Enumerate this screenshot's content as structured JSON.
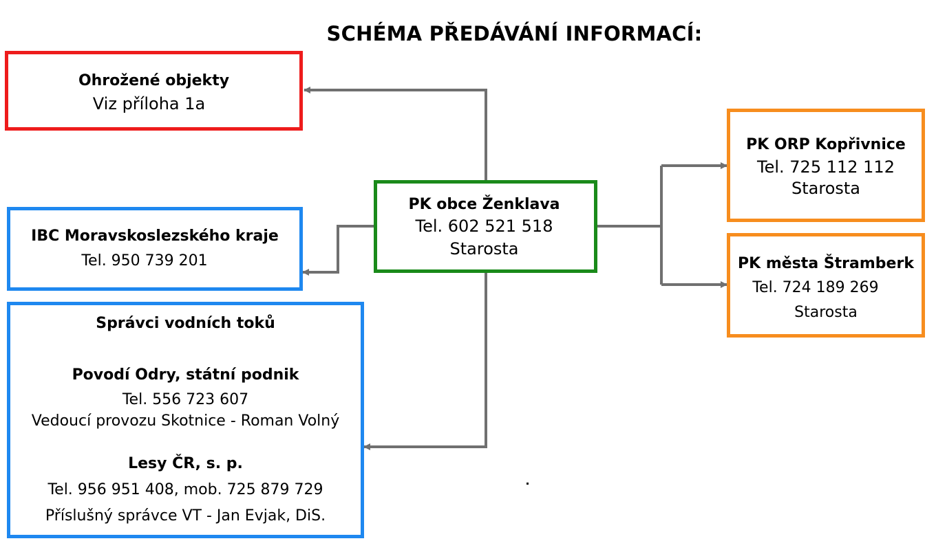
{
  "title": "SCHÉMA PŘEDÁVÁNÍ INFORMACÍ:",
  "colors": {
    "red": "#ee1c1c",
    "blue": "#1e88f0",
    "green": "#1a8a1a",
    "orange": "#f78d1e",
    "connector": "#707070"
  },
  "nodes": {
    "threatened": {
      "title": "Ohrožené objekty",
      "line1": "Viz příloha 1a"
    },
    "ibc": {
      "title": "IBC Moravskoslezského kraje",
      "line1": "Tel. 950 739 201"
    },
    "center": {
      "title": "PK obce Ženklava",
      "line1": "Tel. 602 521 518",
      "line2": "Starosta"
    },
    "orp": {
      "title": "PK ORP Kopřivnice",
      "line1": "Tel. 725 112 112",
      "line2": "Starosta"
    },
    "stramberk": {
      "title": "PK města Štramberk",
      "line1": "Tel. 724 189 269",
      "line2": "Starosta"
    },
    "water": {
      "title": "Správci vodních toků",
      "org1": "Povodí Odry, státní podnik",
      "org1_phone": "Tel. 556 723 607",
      "org1_contact": "Vedoucí provozu Skotnice - Roman Volný",
      "org2": "Lesy ČR, s. p.",
      "org2_phone": "Tel. 956 951 408, mob. 725 879 729",
      "org2_contact": "Příslušný správce VT - Jan Evjak, DiS."
    }
  }
}
